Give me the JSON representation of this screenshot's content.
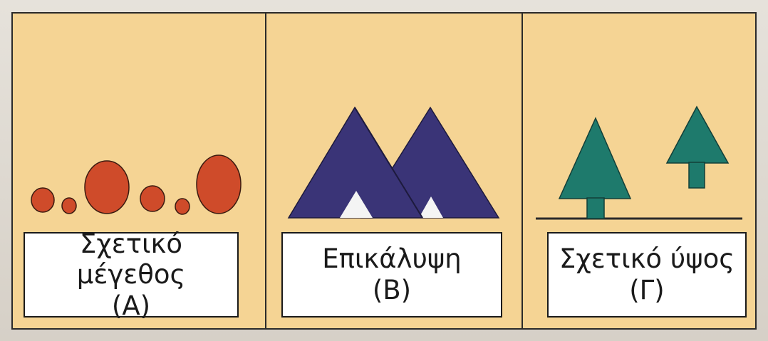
{
  "colors": {
    "panel_bg": "#f5d494",
    "frame": "#2a2a2a",
    "red_circle": "#cf4b2a",
    "mountain": "#3a3477",
    "snow": "#f4f4f4",
    "tree": "#1e7a6c"
  },
  "panels": [
    {
      "title": "Σχετικό μέγεθος",
      "letter": "(A)"
    },
    {
      "title": "Επικάλυψη",
      "letter": "(B)"
    },
    {
      "title": "Σχετικό ύψος",
      "letter": "(Γ)"
    }
  ]
}
